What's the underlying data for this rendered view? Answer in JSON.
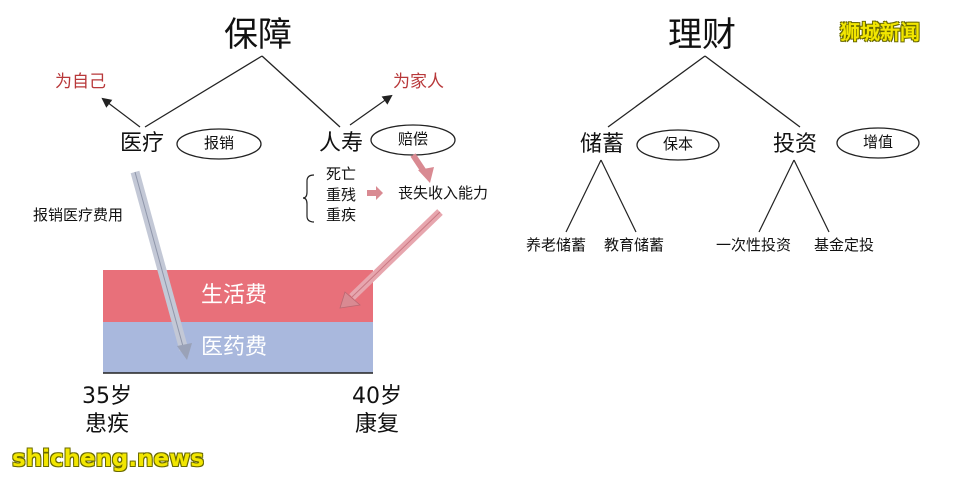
{
  "left": {
    "title": "保障",
    "for_self": "为自己",
    "for_family": "为家人",
    "medical": {
      "label": "医疗",
      "badge": "报销"
    },
    "life": {
      "label": "人寿",
      "badge": "赔偿"
    },
    "life_events": [
      "死亡",
      "重残",
      "重疾"
    ],
    "income_loss": "丧失收入能力",
    "reimburse_note": "报销医疗费用",
    "bands": {
      "living": "生活费",
      "medical": "医药费"
    },
    "timeline": {
      "start_age": "35岁",
      "start_event": "患疾",
      "end_age": "40岁",
      "end_event": "康复"
    }
  },
  "right": {
    "title": "理财",
    "savings": {
      "label": "储蓄",
      "badge": "保本"
    },
    "investment": {
      "label": "投资",
      "badge": "增值"
    },
    "savings_items": [
      "养老储蓄",
      "教育储蓄"
    ],
    "investment_items": [
      "一次性投资",
      "基金定投"
    ]
  },
  "watermarks": {
    "top": "狮城新闻",
    "bottom": "shicheng.news"
  },
  "colors": {
    "living_band": "#e8707a",
    "medical_band": "#a9b8dd",
    "line": "#222222",
    "label_red": "#b8383a",
    "pink_arrow": "#d98a92",
    "grey_arrow": "#c3c8d6",
    "watermark": "#f2e600"
  }
}
